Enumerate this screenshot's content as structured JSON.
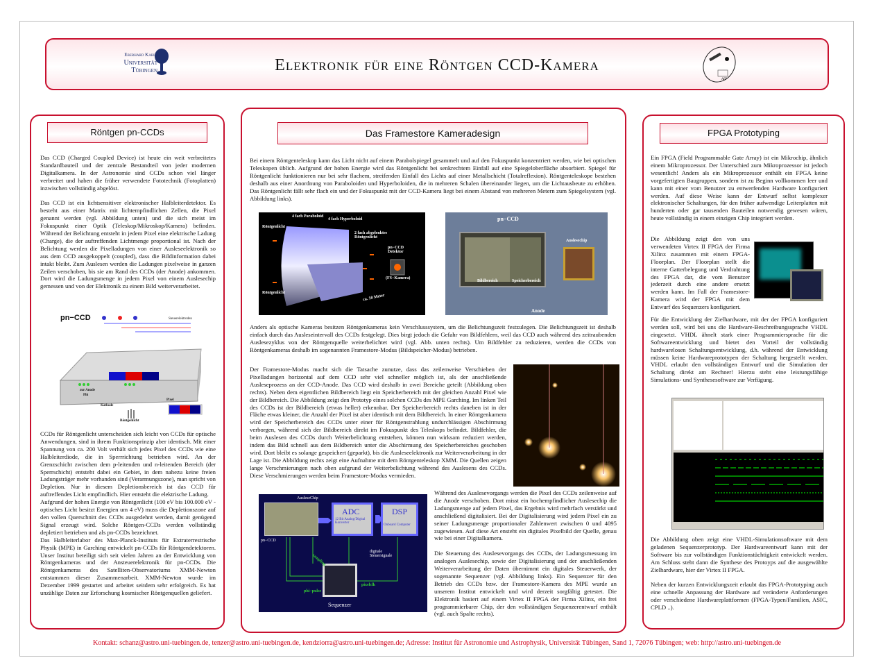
{
  "header": {
    "title": "Elektronik für eine Röntgen CCD-Kamera",
    "university_line1": "Eberhard Karls",
    "university_line2": "Universität",
    "university_line3": "Tübingen",
    "ait_logo_text": "AIT"
  },
  "left": {
    "title": "Röntgen pn-CCDs",
    "p1": "Das CCD (Charged Coupled Device) ist heute ein weit verbreitetes Standardbauteil und der zentrale Bestandteil von jeder modernen Digitalkamera. In der Astronomie sind CCDs schon viel länger verbreitet und haben die früher verwendete Fototechnik (Fotoplatten) inzwischen vollständig abgelöst.",
    "p2": "Das CCD ist ein lichtsensitiver elektronischer Halbleiterdetektor. Es besteht aus einer Matrix mit lichtempfindlichen Zellen, die Pixel genannt werden (vgl. Abbildung unten) und die sich meist im Fokuspunkt einer Optik (Teleskop/Mikroskop/Kamera) befinden. Während der Belichtung entsteht in jedem Pixel eine elektrische Ladung (Charge), die der auftreffenden Lichtmenge proportional ist. Nach der Belichtung werden die Pixelladungen von einer Ausleseelektronik so aus dem CCD ausgekoppelt (coupled), dass die Bildinformation dabei intakt bleibt. Zum Auslesen werden die Ladungen pixelweise in ganzen Zeilen verschoben, bis sie am Rand des CCDs (der Anode) ankommen. Dort wird die Ladungsmenge in jedem Pixel von einem Auslesechip gemessen und von der Elektronik zu einem Bild weiterverarbeitet.",
    "figure": {
      "title": "pn−CCD",
      "steuer": "Steuerelektroden",
      "anode": "zur Anode",
      "phi": "Phi",
      "kathode": "Kathode",
      "pixel": "Pixel",
      "licht": "Röntgenlicht"
    },
    "p3": "CCDs für Röntgenlicht unterscheiden sich leicht von CCDs für optische Anwendungen, sind in ihrem Funktionsprinzip aber identisch. Mit einer Spannung von ca. 200 Volt verhält sich jedes Pixel des CCDs wie eine Halbleiterdiode, die in Sperrrichtung betrieben wird. An der Grenzschicht zwischen dem p-leitenden und n-leitenden Bereich (der Sperrschicht) entsteht dabei ein Gebiet, in dem nahezu keine freien Ladungsträger mehr vorhanden sind (Verarmungszone), man spricht von Depletion. Nur in diesem Depletionsbereich ist das CCD für auftreffendes Licht empfindlich. Hier entsteht die elektrische Ladung.",
    "p4": "Aufgrund der hohen Energie von Röntgenlicht (100 eV bis 100.000 eV - optisches Licht besitzt Energien um 4 eV) muss die Depletionszone auf den vollen Querschnitt des CCDs ausgedehnt werden, damit genügend Signal erzeugt wird. Solche Röntgen-CCDs werden vollständig depletiert betrieben und als pn-CCDs bezeichnet.",
    "p5": "Das Halbleiterlabor des Max-Planck-Instituts für Extraterrestrische Physik (MPE) in Garching entwickelt pn-CCDs für Röntgendetektoren. Unser Institut beteiligt sich seit vielen Jahren an der Entwicklung von Röntgenkameras und der Ansteuerelektronik für pn-CCDs. Die Röntgenkameras des Satelliten-Observatoriums XMM-Newton entstammen dieser Zusammenarbeit. XMM-Newton wurde im Dezember 1999 gestartet und arbeitet seitdem sehr erfolgreich. Es hat unzählige Daten zur Erforschung kosmischer Röntgenquellen geliefert."
  },
  "middle": {
    "title": "Das Framestore Kameradesign",
    "p1": "Bei einem Röntgenteleskop kann das Licht nicht auf einem Parabolspiegel gesammelt und auf den Fokuspunkt konzentriert werden, wie bei optischen Teleskopen üblich. Aufgrund der hohen Energie wird das Röntgenlicht bei senkrechtem Einfall auf eine Spiegeloberfläche absorbiert. Spiegel für Röntgenlicht funktionieren nur bei sehr flachem, streifenden Einfall des Lichts auf einer Metallschicht (Totalreflexion). Röntgenteleskope bestehen deshalb aus einer Anordnung von Paraboloiden und Hyperboloiden, die in mehreren Schalen übereinander liegen, um die Lichtausbeute zu erhöhen. Das Röntgenlicht fällt sehr flach ein und der Fokuspunkt mit der CCD-Kamera liegt bei einem Abstand von mehreren Metern zum Spiegelsystem (vgl. Abbildung links).",
    "telescope": {
      "paraboloid": "4 fach Paraboloid",
      "hyperboloid": "4 fach Hyperboloid",
      "licht1": "Röntgenlicht",
      "licht2": "Röntgenlicht",
      "abgelenkt": "2 fach abgelenktes Röntgenlicht",
      "detektor": "pn−CCD Detektor",
      "kamera": "(FS−Kamera)",
      "distance": "ca. 10 Meter"
    },
    "ccdphoto": {
      "pnccd": "pn−CCD",
      "auslesechip": "Auslesechip",
      "bild": "Bildbereich",
      "speicher": "Speicherbereich",
      "anode": "Anode"
    },
    "p2": "Anders als optische Kameras besitzen Röntgenkameras kein Verschlusssystem, um die Belichtungszeit festzulegen. Die Belichtungszeit ist deshalb einfach durch das Ausleseintervall des CCDs festgelegt. Dies birgt jedoch die Gefahr von Bildfehlern, weil das CCD auch während des zeitraubenden Auslesezyklus von der Röntgenquelle weiterbelichtet wird (vgl. Abb. unten rechts). Um Bildfehler zu reduzieren, werden die CCDs von Röntgenkameras deshalb im sogenannten Framestore-Modus (Bildspeicher-Modus) betrieben.",
    "p3": "Der Framestore-Modus macht sich die Tatsache zunutze, dass das zeilenweise Verschieben der Pixelladungen horizontal auf dem CCD sehr viel schneller möglich ist, als der anschließende Ausleseprozess an der CCD-Anode. Das CCD wird deshalb in zwei Bereiche geteilt (Abbildung oben rechts). Neben dem eigentlichen Bildbereich liegt ein Speicherbereich mit der gleichen Anzahl Pixel wie der Bildbereich. Die Abbildung zeigt den Prototyp eines solchen CCDs des MPE Garching. Im linken Teil des CCDs ist der Bildbereich (etwas heller) erkennbar. Der Speicherbereich rechts daneben ist in der Fläche etwas kleiner, die Anzahl der Pixel ist aber identisch mit dem Bildbereich. In einer Röntgenkamera wird der Speicherbereich des CCDs unter einer für Röntgenstrahlung undurchlässigen Abschirmung verborgen, während sich der Bildbereich direkt im Fokuspunkt des Teleskops befindet. Bildfehler, die beim Auslesen des CCDs durch Weiterbelichtung entstehen, können nun wirksam reduziert werden, indem das Bild schnell aus dem Bildbereich unter die Abschirmung des Speicherbereiches geschoben wird. Dort bleibt es solange gespeichert (geparkt), bis die Ausleseelektronik zur Weiterverarbeitung in der Lage ist. Die Abbildung rechts zeigt eine Aufnahme mit dem Röntgenteleskop XMM. Die Quellen zeigen lange Verschmierungen nach oben aufgrund der Weiterbelichtung während des Auslesens des CCDs. Diese Verschmierungen werden beim Framestore-Modus vermieden.",
    "sequencer": {
      "auslesechip": "AuslesеChip",
      "pnccd": "pn−CCD",
      "adc": "ADC",
      "adc_sub": "12 Bit Analog/Digital Konverter",
      "dsp": "DSP",
      "dsp_sub": "Onboard Computer",
      "signals": "digitale Steuersignale",
      "phipulse": "phi−pulse",
      "pixelclk": "pixelclk",
      "sampling": "sampling",
      "label": "Sequenzer"
    },
    "p4": "Während des Auslesevorgangs werden die Pixel des CCDs zeilenweise auf die Anode verschoben. Dort misst ein hochempfindlicher Auslesechip die Ladungsmenge auf jedem Pixel, das Ergebnis wird mehrfach verstärkt und anschließend digitalisiert. Bei der Digitalisierung wird jedem Pixel ein zu seiner Ladungsmenge proportionaler Zahlenwert zwischen 0 und 4095 zugewiesen. Auf diese Art ensteht ein digitales Pixelbild der Quelle, genau wie bei einer Digitalkamera.",
    "p5": "Die Steuerung des Auslesevorgangs des CCDs, der Ladungsmessung im analogen Auslesechip, sowie der Digitalisierung und der anschließenden Weiterverarbeitung der Daten übernimmt ein digitales Steuerwerk, der sogenannte Sequenzer (vgl. Abbildung links). Ein Sequenzer für den Betrieb des CCDs bzw. der Framestore-Kamera des MPE wurde an unserem Institut entwickelt und wird derzeit sorgfältig getestet. Die Elektronik basiert auf einem Virtex II FPGA der Firma Xilinx, ein frei programmierbarer Chip, der den vollständigen Sequenzerentwurf enthält (vgl. auch Spalte rechts)."
  },
  "right": {
    "title": "FPGA Prototyping",
    "p1": "Ein FPGA (Field Programmable Gate Array) ist ein Mikrochip, ähnlich einem Mikroprozessor. Der Unterschied zum Mikroprozessor ist jedoch wesentlich! Anders als ein Mikroprozessor enthält ein FPGA keine vorgefertigten Baugruppen, sondern ist zu Beginn vollkommen leer und kann mit einer vom Benutzer zu entwerfenden Hardware konfiguriert werden. Auf diese Weise kann der Entwurf selbst komplexer elektronischer Schaltungen, für den früher aufwendige Leiterplatten mit hunderten oder gar tausenden Bauteilen notwendig gewesen wären, heute vollständig in einem einzigen Chip integriert werden.",
    "p2": "Die Abbildung zeigt den von uns verwendeten Virtex II FPGA der Firma Xilinx zusammen mit einem FPGA-Floorplan. Der Floorplan stellt die interne Gatterbelegung und Verdrahtung des FPGA dar, die vom Benutzer jederzeit durch eine andere ersetzt werden kann. Im Fall der Framestore-Kamera wird der FPGA mit dem Entwurf des Sequenzers konfiguriert.",
    "p3": "Für die Entwicklung der Zielhardware, mit der der FPGA konfiguriert werden soll, wird bei uns die Hardware-Beschreibungssprache VHDL eingesetzt. VHDL ähnelt stark einer Programmiersprache für die Softwareentwicklung und bietet den Vorteil der vollständig hardwarelosen Schaltungsentwicklung, d.h. während der Entwicklung müssen keine Hardwareprototypen der Schaltung hergestellt werden. VHDL erlaubt den vollständigen Entwurf und die Simulation der Schaltung direkt am Rechner! Hierzu steht eine leistungsfähige Simulations- und Synthesesoftware zur Verfügung.",
    "p4": "Die Abbildung oben zeigt eine VHDL-Simulationsoftware mit dem geladenen Sequenzerprototyp. Der Hardwareentwurf kann mit der Software bis zur vollständigen Funktionstüchtigkeit entwickelt werden. Am Schluss steht dann die Synthese des Protoyps auf die ausgewählte Zielhardware, hier der Virtex II FPGA.",
    "p5": "Neben der kurzen Entwicklungszeit erlaubt das FPGA-Prototyping auch eine schnelle Anpassung der Hardware auf veränderte Anforderungen oder verschiedene Hardwareplattformen (FPGA-Typen/Familien, ASIC, CPLD ..)."
  },
  "footer": "Kontakt: schanz@astro.uni-tuebingen.de, tenzer@astro.uni-tuebingen.de, kendziorra@astro.uni-tuebingen.de; Adresse: Institut für Astronomie und Astrophysik, Universität Tübingen, Sand 1, 72076 Tübingen; web: http://astro.uni-tuebingen.de",
  "colors": {
    "accent": "#c8102e",
    "footer": "#d0021b"
  }
}
